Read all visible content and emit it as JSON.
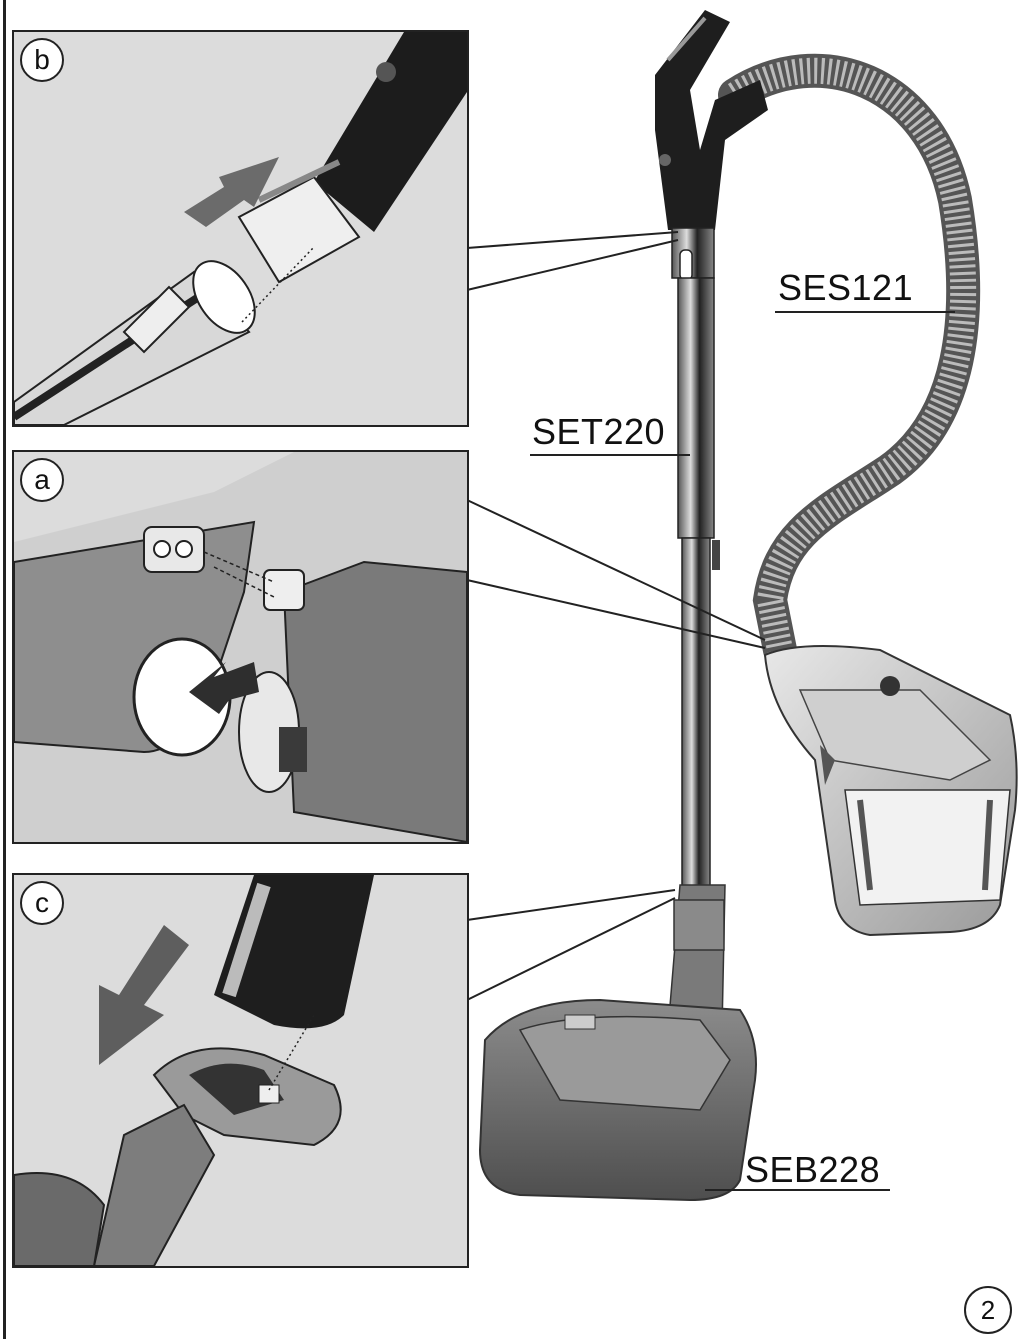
{
  "panels": [
    {
      "id": "b",
      "letter": "b"
    },
    {
      "id": "a",
      "letter": "a"
    },
    {
      "id": "c",
      "letter": "c"
    }
  ],
  "labels": {
    "hose": "SES121",
    "tube": "SET220",
    "floorhead": "SEB228"
  },
  "page_number": "2"
}
